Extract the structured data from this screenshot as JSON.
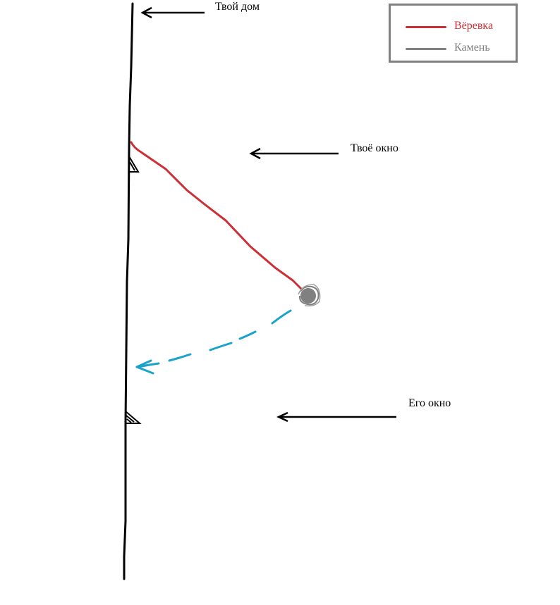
{
  "labels": {
    "house": "Твой дом",
    "your_window": "Твоё окно",
    "his_window": "Его окно"
  },
  "legend": {
    "rope": {
      "label": "Вёревка",
      "color": "#cc2f35"
    },
    "stone": {
      "label": "Камень",
      "color": "#808080"
    }
  },
  "colors": {
    "wall": "#000000",
    "rope": "#cc2f35",
    "stone": "#808080",
    "trajectory": "#1aa3c9",
    "legend_border": "#808080"
  },
  "icons": {
    "arrow": "arrow-left-icon",
    "window": "window-triangle-icon",
    "stone": "stone-icon"
  }
}
